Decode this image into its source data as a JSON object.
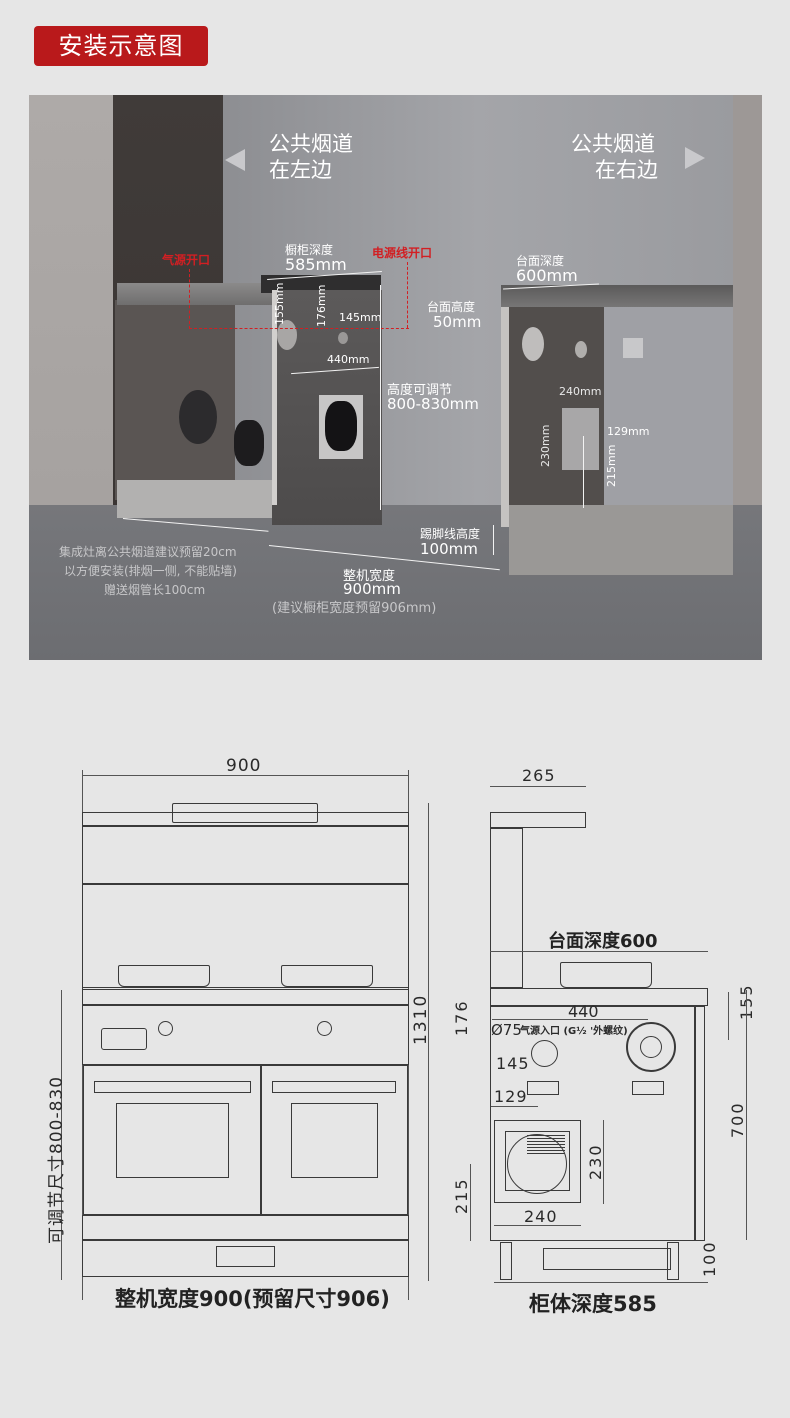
{
  "header": {
    "title": "安装示意图"
  },
  "scene": {
    "flue_left": {
      "line1": "公共烟道",
      "line2": "在左边",
      "arrow": "triangle-left"
    },
    "flue_right": {
      "line1": "公共烟道",
      "line2": "在右边",
      "arrow": "triangle-right"
    },
    "gas_opening": "气源开口",
    "power_opening": "电源线开口",
    "cabinet_depth": {
      "label": "橱柜深度",
      "value": "585mm"
    },
    "dim_155": "155mm",
    "dim_176": "176mm",
    "dim_145": "145mm",
    "dim_440": "440mm",
    "height_adjust": {
      "label": "高度可调节",
      "value": "800-830mm"
    },
    "counter_depth": {
      "label": "台面深度",
      "value": "600mm"
    },
    "counter_height": {
      "label": "台面高度",
      "value": "50mm"
    },
    "dim_240": "240mm",
    "dim_230": "230mm",
    "dim_129": "129mm",
    "dim_215": "215mm",
    "kick_height": {
      "label": "踢脚线高度",
      "value": "100mm"
    },
    "machine_width": {
      "label": "整机宽度",
      "value": "900mm",
      "note": "(建议橱柜宽度预留906mm)"
    },
    "advice": {
      "line1": "集成灶离公共烟道建议预留20cm",
      "line2": "以方便安装(排烟一侧, 不能贴墙)",
      "line3": "赠送烟管长100cm"
    }
  },
  "front_view": {
    "width_top": "900",
    "total_height": "1310",
    "adjust_label": "可调节尺寸800-830",
    "caption": "整机宽度900(预留尺寸906)"
  },
  "side_view": {
    "top_depth": "265",
    "counter_depth": "台面深度600",
    "dim_176": "176",
    "dim_440": "440",
    "dim_155": "155",
    "gas_inlet": "Ø75",
    "gas_inlet_label": "气源入口 (G½ '外螺纹)",
    "dim_145": "145",
    "dim_129": "129",
    "dim_230": "230",
    "dim_215": "215",
    "dim_240": "240",
    "dim_700": "700",
    "dim_100": "100",
    "caption": "柜体深度585"
  },
  "colors": {
    "accent_red": "#b9191b",
    "dimension_red": "#d21f23",
    "line_dark": "#3a3a3a"
  }
}
